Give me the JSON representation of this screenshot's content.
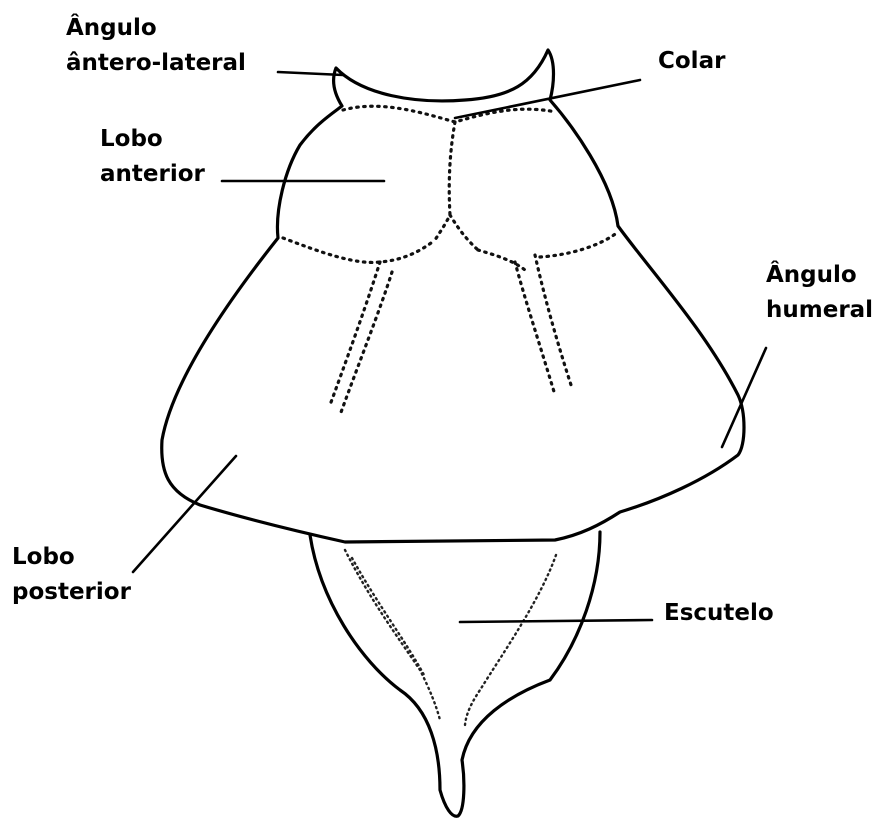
{
  "labels": {
    "angulo_antero_lateral": [
      "Ângulo",
      "ântero-lateral"
    ],
    "colar": [
      "Colar"
    ],
    "lobo_anterior": [
      "Lobo",
      "anterior"
    ],
    "angulo_humeral": [
      "Ângulo",
      "humeral"
    ],
    "lobo_posterior": [
      "Lobo",
      "posterior"
    ],
    "escutelo": [
      "Escutelo"
    ]
  }
}
